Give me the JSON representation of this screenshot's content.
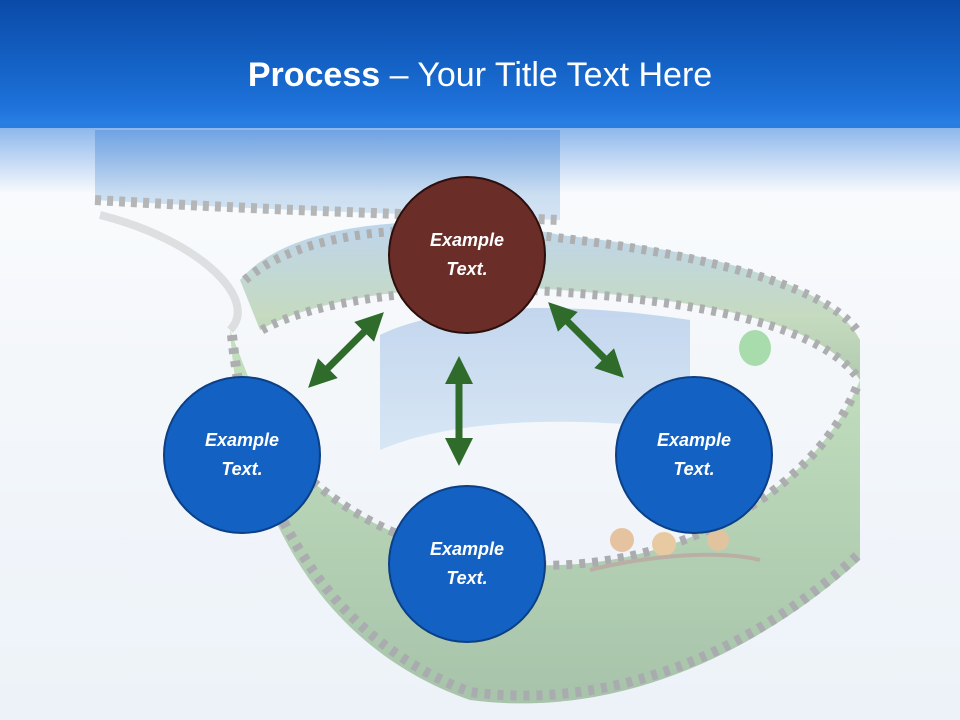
{
  "title": {
    "bold": "Process",
    "rest": " – Your Title Text Here"
  },
  "colors": {
    "header_blue": "#1564c8",
    "node_blue": "#1361c2",
    "node_red": "#6b2d28",
    "arrow_green": "#2f6b2a"
  },
  "nodes": [
    {
      "id": "top",
      "line1": "Example",
      "line2": "Text.",
      "color": "#6b2d28"
    },
    {
      "id": "left",
      "line1": "Example",
      "line2": "Text.",
      "color": "#1361c2"
    },
    {
      "id": "bottom",
      "line1": "Example",
      "line2": "Text.",
      "color": "#1361c2"
    },
    {
      "id": "right",
      "line1": "Example",
      "line2": "Text.",
      "color": "#1361c2"
    }
  ],
  "background_art": "film-strip-spiral"
}
